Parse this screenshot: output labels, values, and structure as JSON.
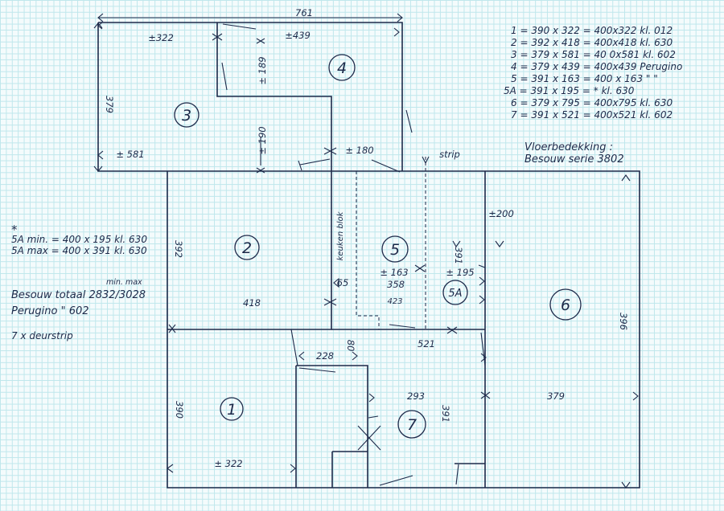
{
  "rooms": [
    {
      "id": "1",
      "label": "1"
    },
    {
      "id": "2",
      "label": "2"
    },
    {
      "id": "3",
      "label": "3"
    },
    {
      "id": "4",
      "label": "4"
    },
    {
      "id": "5",
      "label": "5"
    },
    {
      "id": "5A",
      "label": "5A"
    },
    {
      "id": "6",
      "label": "6"
    },
    {
      "id": "7",
      "label": "7"
    }
  ],
  "dimensions": {
    "top_total": "761",
    "r3_top": "±322",
    "r4_top": "±439",
    "r3_left": "379",
    "r3_bottom": "± 581",
    "notch_189": "± 189",
    "notch_190": "± 190",
    "d180": "± 180",
    "r2_left": "392",
    "r2_bottom": "418",
    "d65": "65",
    "r5_163": "± 163",
    "r5_358": "358",
    "r5_423": "423",
    "r5a_195": "± 195",
    "r5a_391": "391",
    "d200": "±200",
    "d521": "521",
    "d228": "228",
    "d80": "80",
    "r6_right": "396",
    "r1_left": "390",
    "r1_bottom": "± 322",
    "r7_293": "293",
    "r7_391": "391",
    "r6_379": "379",
    "keuken": "keuken blok",
    "strip": "strip"
  },
  "schedule": [
    "1 = 390 x 322   = 400x322  kl. 012",
    "2 = 392 x 418   = 400x418  kl. 630",
    "3 = 379 x 581   = 40 0x581  kl. 602",
    "4 = 379 x 439   = 400x439  Perugino",
    "5 = 391 x 163   = 400 x 163    \"    \"",
    "5A = 391 x 195  =  *            kl. 630",
    "6 = 379 x 795   = 400x795  kl. 630",
    "7 = 391 x 521   = 400x521  kl. 602"
  ],
  "flooring_title": "Vloerbedekking :",
  "flooring_series": "Besouw serie 3802",
  "notes": {
    "star": "*",
    "min_line": "5A min. = 400 x 195  kl. 630",
    "max_line": "5A max = 400 x 391  kl. 630",
    "minmax_header": "min.   max",
    "total_line": "Besouw totaal 2832/3028",
    "perugino_line": "Perugino   \"      602",
    "deurstrip": "7 x deurstrip"
  }
}
